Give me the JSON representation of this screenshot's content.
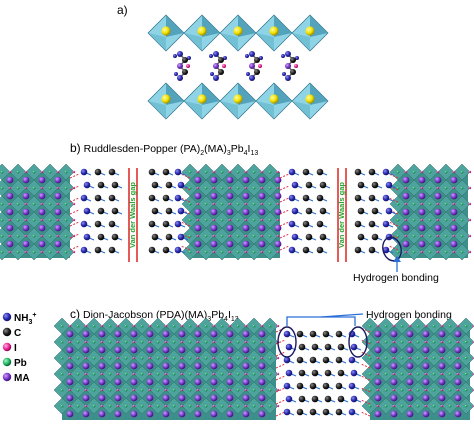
{
  "panels": {
    "a": {
      "letter": "a)"
    },
    "b": {
      "letter": "b)",
      "title_prefix": "Ruddlesden-Popper (PA)",
      "title_sub1": "2",
      "title_mid": "(MA)",
      "title_sub2": "3",
      "title_pb": "Pb",
      "title_sub3": "4",
      "title_i": "I",
      "title_sub4": "13",
      "gap_label": "Van der Waals gap",
      "hbond_label": "Hydrogen bonding"
    },
    "c": {
      "letter": "c)",
      "title_prefix": "Dion-Jacobson (PDA)(MA)",
      "title_sub1": "3",
      "title_pb": "Pb",
      "title_sub2": "4",
      "title_i": "I",
      "title_sub3": "13",
      "hbond_label": "Hydrogen bonding"
    }
  },
  "legend": [
    {
      "base": "NH",
      "sub": "3",
      "sup": "+",
      "color": "#2222aa"
    },
    {
      "base": "C",
      "sub": "",
      "sup": "",
      "color": "#111111"
    },
    {
      "base": "I",
      "sub": "",
      "sup": "",
      "color": "#ee2a9a"
    },
    {
      "base": "Pb",
      "sub": "",
      "sup": "",
      "color": "#22bb66"
    },
    {
      "base": "MA",
      "sub": "",
      "sup": "",
      "color": "#7a38c8"
    }
  ],
  "colors": {
    "octahedron_light": "#8fd4e6",
    "octahedron_dark": "#3f93ad",
    "slab_teal": "#3c8f8a",
    "pb_yellow": "#f2e200",
    "gap_line": "#e03030",
    "gap_text": "#22a22a",
    "bond_blue": "#2a6fd6",
    "hbond_red": "#e0304a"
  }
}
